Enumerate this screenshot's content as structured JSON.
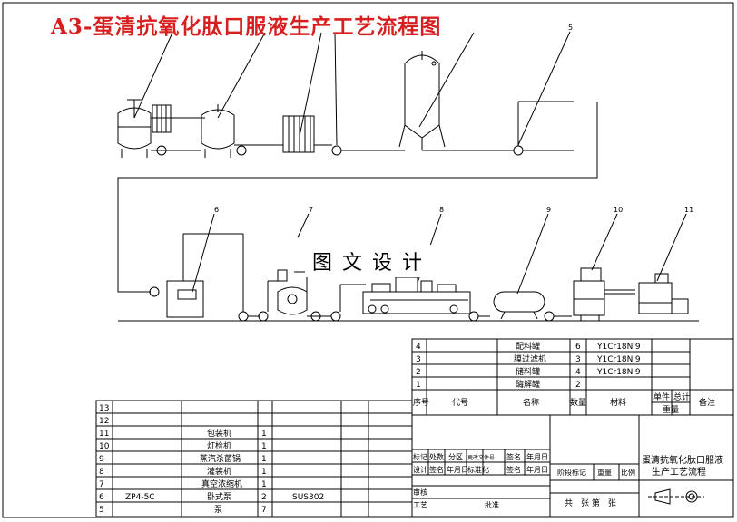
{
  "title": "A3-蛋清抗氧化肽口服液生产工艺流程图",
  "watermark": "图文设计",
  "callouts": [
    "5",
    "6",
    "7",
    "8",
    "9",
    "10",
    "11"
  ],
  "upper_parts": {
    "rows": [
      {
        "no": "4",
        "name": "配料罐",
        "qty": "6",
        "material": "Y1Cr18Ni9"
      },
      {
        "no": "3",
        "name": "膜过滤机",
        "qty": "3",
        "material": "Y1Cr18Ni9"
      },
      {
        "no": "2",
        "name": "储料罐",
        "qty": "4",
        "material": "Y1Cr18Ni9"
      },
      {
        "no": "1",
        "name": "酶解罐",
        "qty": "2",
        "material": ""
      }
    ],
    "header": {
      "no": "序号",
      "code": "代号",
      "name": "名称",
      "qty": "数量",
      "material": "材料",
      "unit": "单件",
      "total": "总计",
      "weight": "重量",
      "remark": "备注"
    }
  },
  "lower_parts": [
    {
      "no": "13",
      "name": "",
      "qty": "",
      "code": "",
      "material": ""
    },
    {
      "no": "12",
      "name": "",
      "qty": "",
      "code": "",
      "material": ""
    },
    {
      "no": "11",
      "name": "包装机",
      "qty": "1",
      "code": "",
      "material": ""
    },
    {
      "no": "10",
      "name": "灯检机",
      "qty": "1",
      "code": "",
      "material": ""
    },
    {
      "no": "9",
      "name": "蒸汽杀菌锅",
      "qty": "1",
      "code": "",
      "material": ""
    },
    {
      "no": "8",
      "name": "灌装机",
      "qty": "1",
      "code": "",
      "material": ""
    },
    {
      "no": "7",
      "name": "真空浓缩机",
      "qty": "1",
      "code": "",
      "material": ""
    },
    {
      "no": "6",
      "name": "卧式泵",
      "qty": "2",
      "code": "ZP4-5C",
      "material": "SUS302"
    },
    {
      "no": "5",
      "name": "泵",
      "qty": "7",
      "code": "",
      "material": ""
    }
  ],
  "title_block": {
    "row1": [
      "标记",
      "处数",
      "分区",
      "更改文件号",
      "签名",
      "年月日"
    ],
    "row2": [
      "设计",
      "签名",
      "年月日",
      "标准化",
      "签名",
      "年月日"
    ],
    "review": "审核",
    "process": "工艺",
    "approve": "批准",
    "stage": "阶段标记",
    "weight": "重量",
    "scale": "比例",
    "sheets": "共　张 第　张",
    "drawing_name": [
      "蛋清抗氧化肽口服液",
      "生产工艺流程"
    ]
  }
}
